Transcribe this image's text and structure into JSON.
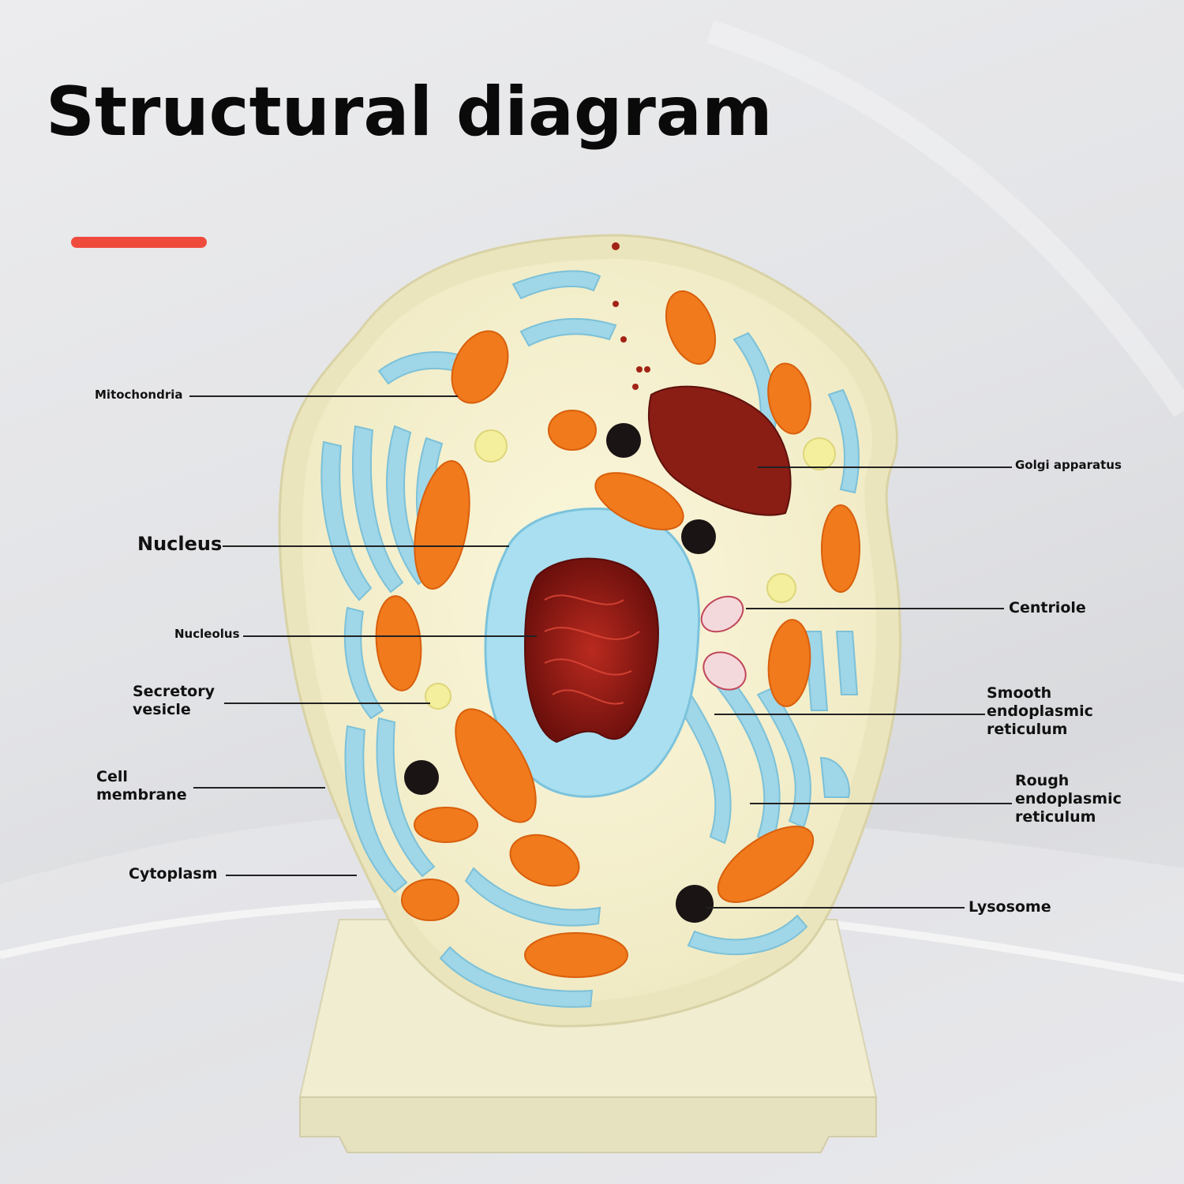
{
  "title": "Structural diagram",
  "colors": {
    "accent_bar": "#ef4b3c",
    "cytoplasm": "#f6f1cf",
    "membrane": "#eee9c4",
    "mitochondria": "#f07a1c",
    "endoplasmic_reticulum": "#9fd8ea",
    "nucleus_envelope": "#a9dff0",
    "nucleolus": "#8e1914",
    "golgi": "#8a1d14",
    "lysosome": "#1a1414",
    "vesicle": "#f4ef9c",
    "base": "#f3efd2"
  },
  "labels": {
    "mitochondria": "Mitochondria",
    "golgi": "Golgi apparatus",
    "nucleus": "Nucleus",
    "centriole": "Centriole",
    "nucleolus": "Nucleolus",
    "secretory_vesicle_1": "Secretory",
    "secretory_vesicle_2": "vesicle",
    "smooth_er_1": "Smooth",
    "smooth_er_2": "endoplasmic",
    "smooth_er_3": "reticulum",
    "cell_membrane_1": "Cell",
    "cell_membrane_2": "membrane",
    "rough_er_1": "Rough",
    "rough_er_2": "endoplasmic",
    "rough_er_3": "reticulum",
    "cytoplasm": "Cytoplasm",
    "lysosome": "Lysosome"
  }
}
